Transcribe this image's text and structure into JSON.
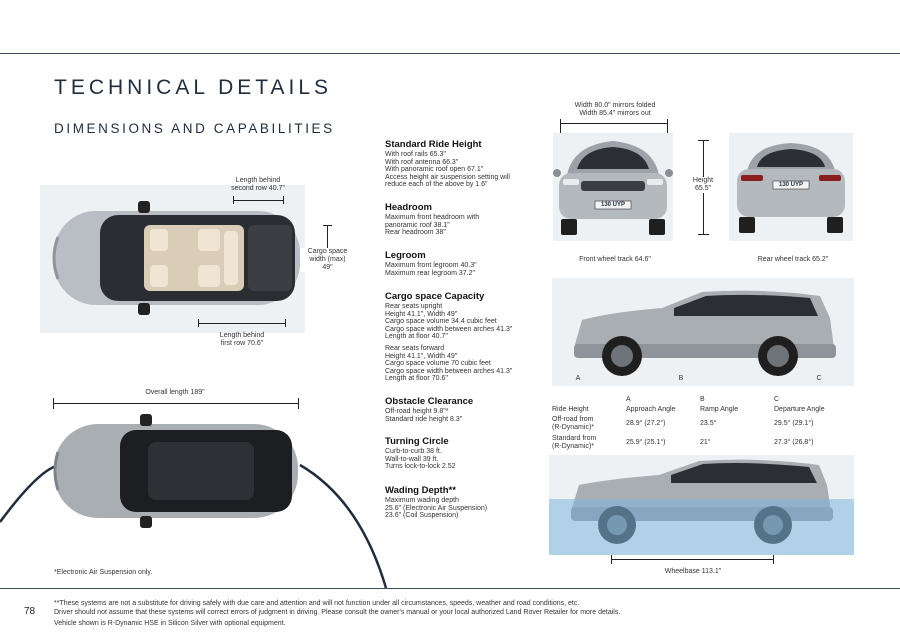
{
  "page": {
    "title": "TECHNICAL DETAILS",
    "subtitle": "DIMENSIONS AND CAPABILITIES",
    "page_number": "78"
  },
  "labels": {
    "length_second_row": [
      "Length behind",
      "second row 40.7\""
    ],
    "length_first_row": [
      "Length behind",
      "first row 70.6\""
    ],
    "cargo_width": [
      "Cargo space",
      "width (max)",
      "49\""
    ],
    "overall_length": "Overall length 189\"",
    "width_mirrors": [
      "Width 80.0\" mirrors folded",
      "Width 85.4\" mirrors out"
    ],
    "height": [
      "Height",
      "65.5\""
    ],
    "front_track": "Front wheel track 64.6\"",
    "rear_track": "Rear wheel track 65.2\"",
    "wheelbase": "Wheelbase 113.1\"",
    "point_a": "A",
    "point_b": "B",
    "point_c": "C",
    "plate": "130 UYP"
  },
  "specs": [
    {
      "heading": "Standard Ride Height",
      "lines": [
        "With roof rails 65.3\"",
        "With roof antenna 66.3\"",
        "With panoramic roof open 67.1\"",
        "Access height air suspension setting will",
        "reduce each of the above by 1.6\""
      ]
    },
    {
      "heading": "Headroom",
      "lines": [
        "Maximum front headroom with",
        "panoramic roof 38.1\"",
        "Rear headroom 38\""
      ]
    },
    {
      "heading": "Legroom",
      "lines": [
        "Maximum front legroom 40.3\"",
        "Maximum rear legroom 37.2\""
      ]
    },
    {
      "heading": "Cargo space Capacity",
      "lines": [
        "Rear seats upright",
        "Height 41.1\", Width 49\"",
        "Cargo space volume 34.4 cubic feet",
        "Cargo space width between arches 41.3\"",
        "Length at floor 40.7\""
      ],
      "lines2": [
        "Rear seats forward",
        "Height 41.1\", Width 49\"",
        "Cargo space volume 70 cubic feet",
        "Cargo space width between arches 41.3\"",
        "Length at floor 70.6\""
      ]
    },
    {
      "heading": "Obstacle Clearance",
      "lines": [
        "Off-road height 9.8\"*",
        "Standard ride height 8.3\""
      ]
    },
    {
      "heading": "Turning Circle",
      "lines": [
        "Curb-to-curb 38 ft.",
        "Wall-to-wall 39 ft.",
        "Turns lock-to-lock 2.52"
      ]
    },
    {
      "heading": "Wading Depth**",
      "lines": [
        "Maximum wading depth",
        "25.6\" (Electronic Air Suspension)",
        "23.6\" (Coil Suspension)"
      ]
    }
  ],
  "angles_table": {
    "col_letters": [
      "A",
      "B",
      "C"
    ],
    "col_headers": [
      "Ride Height",
      "Approach Angle",
      "Ramp Angle",
      "Departure Angle"
    ],
    "rows": [
      {
        "label": [
          "Off-road from",
          "(R-Dynamic)*"
        ],
        "values": [
          "28.9° (27.2°)",
          "23.5°",
          "29.5° (29.1°)"
        ]
      },
      {
        "label": [
          "Standard from",
          "(R-Dynamic)*"
        ],
        "values": [
          "25.9° (25.1°)",
          "21°",
          "27.3° (26.8°)"
        ]
      }
    ]
  },
  "footnotes": {
    "electronic": "*Electronic Air Suspension only.",
    "line1": "**These systems are not a substitute for driving safely with due care and attention and will not function under all circumstances, speeds, weather and road conditions, etc.",
    "line2": "Driver should not assume that these systems will correct errors of judgment in driving. Please consult the owner's manual or your local authorized Land Rover Retailer for more details.",
    "vehicle": "Vehicle shown is R-Dynamic HSE in Silicon Silver with optional equipment."
  }
}
